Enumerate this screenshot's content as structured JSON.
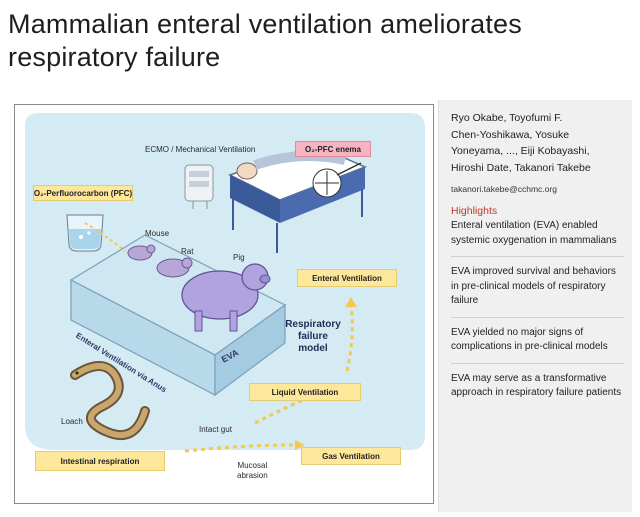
{
  "title": "Mammalian enteral ventilation ameliorates respiratory failure",
  "figure": {
    "ecmo_label": "ECMO / Mechanical Ventilation",
    "o2pfc_enema": "O₂-PFC enema",
    "o2_perfluorocarbon": "O₂-Perfluorocarbon (PFC)",
    "mouse": "Mouse",
    "rat": "Rat",
    "pig": "Pig",
    "enteral_ventilation": "Enteral Ventilation",
    "respiratory_failure_model": [
      "Respiratory",
      "failure",
      "model"
    ],
    "tank_text": "Enteral Ventilation via Anus",
    "eva": "EVA",
    "liquid_ventilation": "Liquid Ventilation",
    "loach": "Loach",
    "intact_gut": "Intact gut",
    "intestinal_respiration": "Intestinal respiration",
    "gas_ventilation": "Gas Ventilation",
    "mucosal_abrasion": [
      "Mucosal",
      "abrasion"
    ],
    "colors": {
      "label_yellow": "#fde79a",
      "label_pink": "#f6b3c2",
      "bg_blue": "#d4ebf3",
      "arrow_yellow": "#f2c94c"
    }
  },
  "sidebar": {
    "authors": [
      "Ryo Okabe, Toyofumi F.",
      "Chen-Yoshikawa, Yosuke",
      "Yoneyama, ..., Eiji Kobayashi,",
      "Hiroshi Date, Takanori Takebe"
    ],
    "email": "takanori.takebe@cchmc.org",
    "highlights_title": "Highlights",
    "highlights": [
      "Enteral ventilation (EVA) enabled systemic oxygenation in mammalians",
      "EVA improved survival and behaviors in pre-clinical models of respiratory failure",
      "EVA yielded no major signs of complications in pre-clinical models",
      "EVA may serve as a transformative approach in respiratory failure patients"
    ]
  }
}
